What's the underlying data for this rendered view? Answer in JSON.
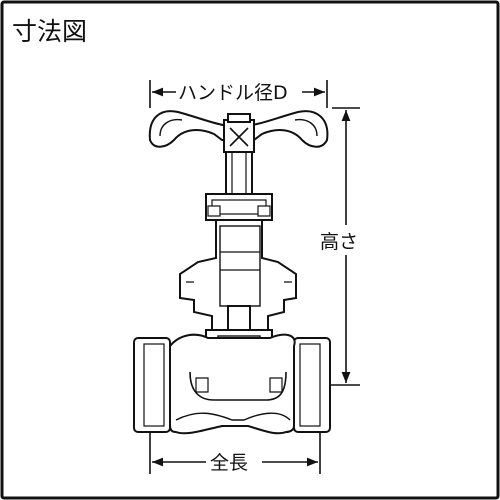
{
  "title": "寸法図",
  "labels": {
    "handle_diameter": "ハンドル径D",
    "height": "高さ",
    "total_length": "全長"
  },
  "colors": {
    "line": "#111111",
    "background": "#ffffff",
    "hatch_fill": "#ffffff"
  },
  "icons": {
    "arrow": "arrowhead"
  }
}
